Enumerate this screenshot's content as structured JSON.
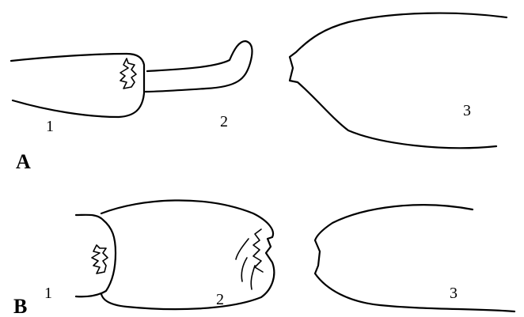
{
  "panels": [
    {
      "label": "A",
      "parts": [
        "1",
        "2",
        "3"
      ]
    },
    {
      "label": "B",
      "parts": [
        "1",
        "2",
        "3"
      ]
    }
  ]
}
